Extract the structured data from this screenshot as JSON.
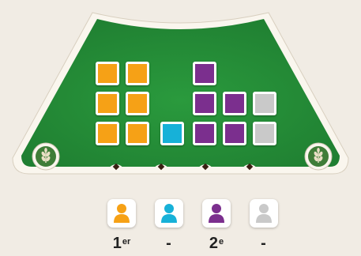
{
  "board": {
    "colors": {
      "felt": "#27943a",
      "rim": "#faf6ee",
      "orange": "#f6a116",
      "cyan": "#17b1d8",
      "purple": "#7b2f8e",
      "grey": "#c9c9c9"
    },
    "columns": [
      {
        "player": "orange",
        "count": 6
      },
      {
        "player": "cyan",
        "count": 1
      },
      {
        "player": "purple",
        "count": 5
      },
      {
        "player": "grey",
        "count": 2
      }
    ],
    "corner_emblem_icon": "wheat-icon",
    "slot_marker_count": 4
  },
  "players": [
    {
      "color": "orange",
      "icon": "pawn-icon",
      "rank_main": "1",
      "rank_sup": "er"
    },
    {
      "color": "cyan",
      "icon": "pawn-icon",
      "rank_main": "-",
      "rank_sup": ""
    },
    {
      "color": "purple",
      "icon": "pawn-icon",
      "rank_main": "2",
      "rank_sup": "e"
    },
    {
      "color": "grey",
      "icon": "pawn-icon",
      "rank_main": "-",
      "rank_sup": ""
    }
  ]
}
